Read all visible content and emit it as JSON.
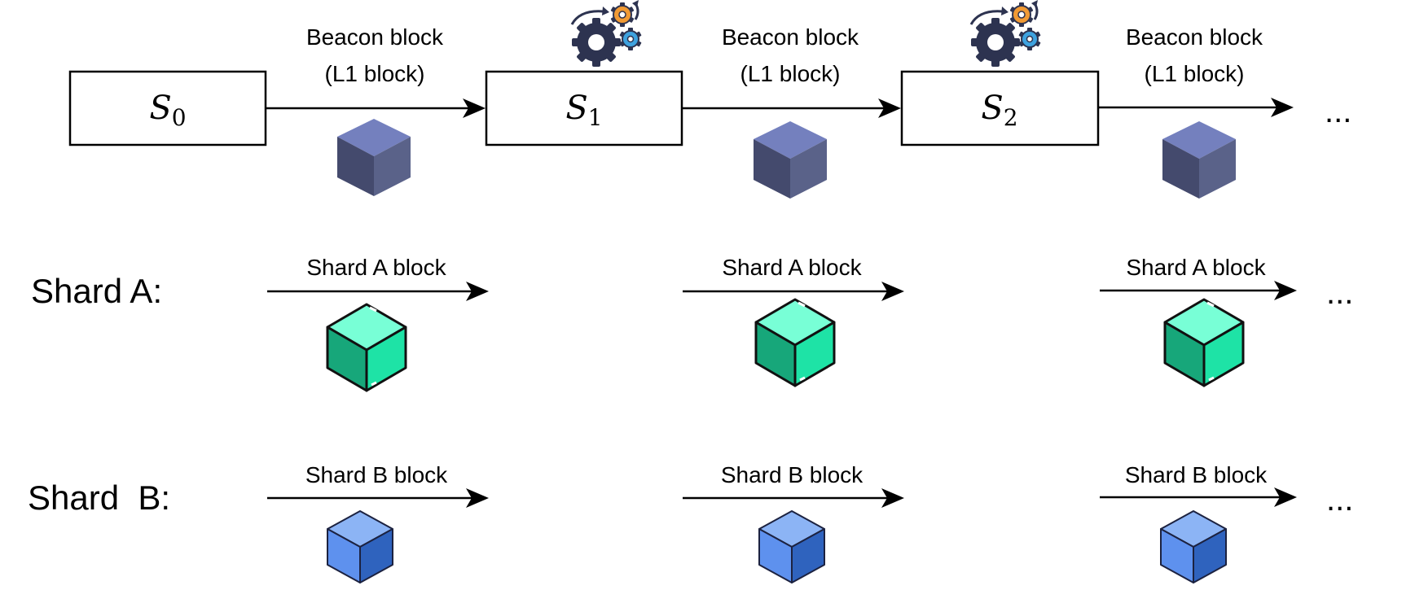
{
  "states": [
    {
      "symbol": "S",
      "sub": "0"
    },
    {
      "symbol": "S",
      "sub": "1"
    },
    {
      "symbol": "S",
      "sub": "2"
    }
  ],
  "beacon": {
    "line1": "Beacon block",
    "line2": "(L1 block)"
  },
  "shard_a": {
    "row_label": "Shard A:",
    "block_label": "Shard A block"
  },
  "shard_b": {
    "row_label": "Shard  B:",
    "block_label": "Shard B block"
  },
  "ellipsis": "...",
  "icons": {
    "beacon_cube": "cube-icon",
    "shard_a_cube": "cube-icon",
    "shard_b_cube": "cube-icon",
    "compute": "gears-icon"
  },
  "colors": {
    "beacon_top": "#7480BE",
    "beacon_left": "#444A6D",
    "beacon_right": "#5A6289",
    "shard_a_top": "#78FFD6",
    "shard_a_left": "#17A77A",
    "shard_a_right": "#1EE3A6",
    "shard_b_top": "#8CB4F5",
    "shard_b_left": "#5E91EE",
    "shard_b_right": "#2F63BE",
    "gear_dark": "#2D3350",
    "gear_orange": "#F19A34",
    "gear_blue": "#3EA2DF"
  }
}
